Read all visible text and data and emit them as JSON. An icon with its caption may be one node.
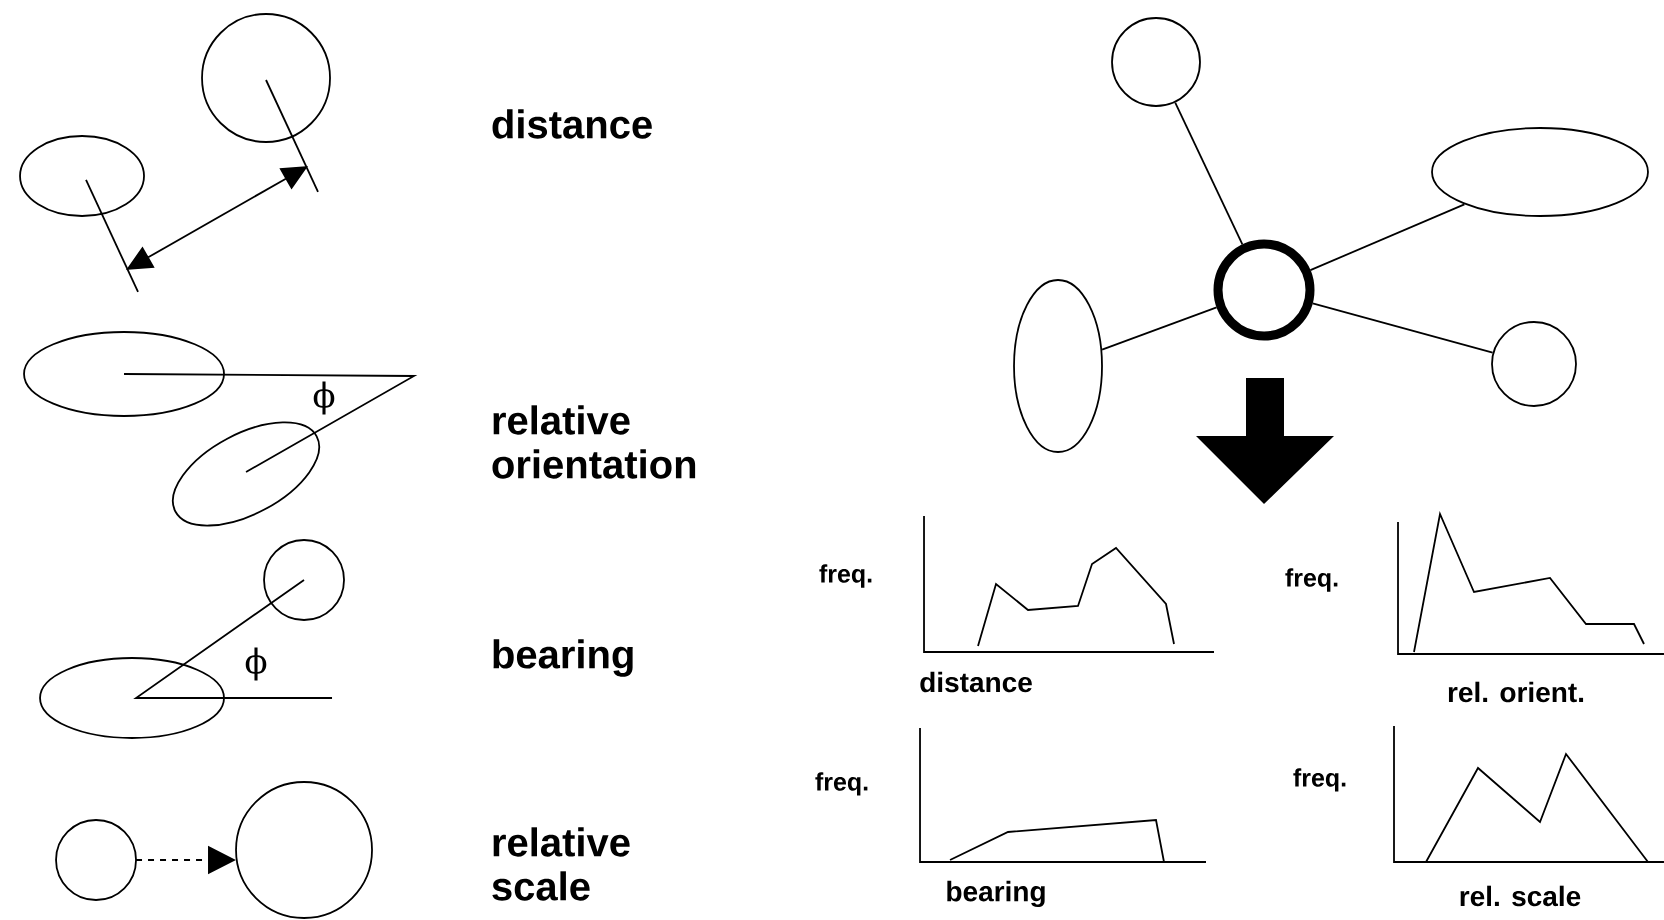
{
  "diagram": {
    "nodes": [
      {
        "text": [],
        "shape": "circle"
      },
      {
        "text": [],
        "shape": "ellipse"
      },
      {
        "text": [],
        "shape": "circle"
      },
      {
        "text": [],
        "shape": "ellipse"
      },
      {
        "text": [],
        "shape": "circle"
      }
    ],
    "edges": [
      {
        "from": 2,
        "to": 0,
        "arrow": "none"
      },
      {
        "from": 2,
        "to": 1,
        "arrow": "none"
      },
      {
        "from": 2,
        "to": 3,
        "arrow": "none"
      },
      {
        "from": 2,
        "to": 4,
        "arrow": "none"
      }
    ],
    "labels": [
      "distance",
      "ϕ",
      "relative orientation",
      "ϕ",
      "bearing",
      "relative scale",
      "freq.",
      "freq.",
      "distance",
      "rel. orient.",
      "freq.",
      "freq.",
      "bearing",
      "rel. scale"
    ]
  }
}
